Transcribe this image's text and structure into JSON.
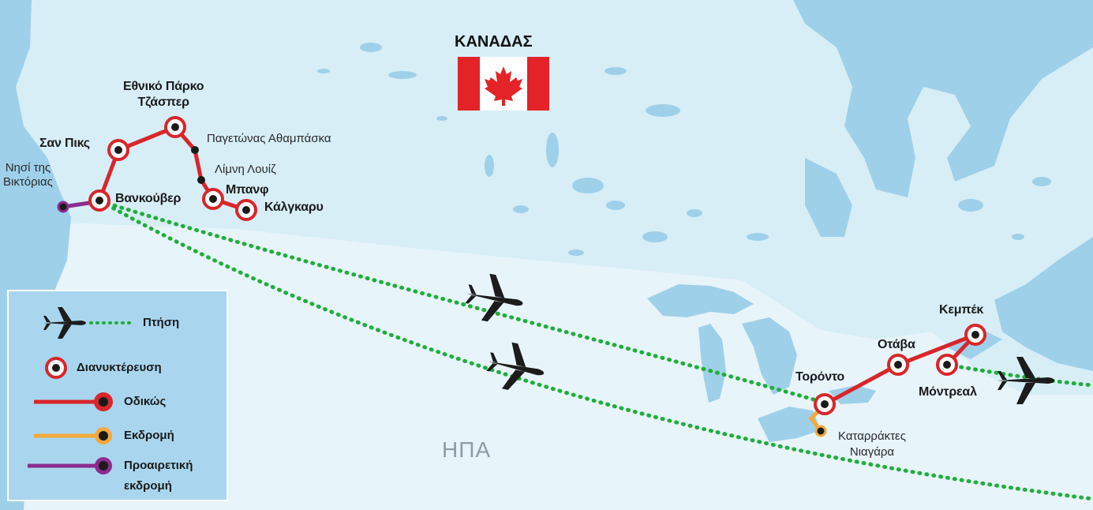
{
  "map": {
    "country_title": "ΚΑΝΑΔΑΣ",
    "usa_label": "ΗΠΑ",
    "colors": {
      "land_canada": "#d7eef7",
      "land_usa": "#e7f4fa",
      "water": "#9fd0ea",
      "flight": "#1fae3b",
      "road": "#d8262a",
      "excursion": "#f2a93b",
      "optional_excursion": "#8b2c8f"
    }
  },
  "places": {
    "jasper": [
      "Εθνικό Πάρκο",
      "Τζάσπερ"
    ],
    "athabasca": "Παγετώνας Αθαμπάσκα",
    "sun_peaks": "Σαν Πικς",
    "lake_louise": "Λίμνη Λουίζ",
    "victoria": [
      "Νησί της",
      "Βικτόριας"
    ],
    "vancouver": "Βανκούβερ",
    "banff": "Μπανφ",
    "calgary": "Κάλγκαρυ",
    "quebec": "Κεμπέκ",
    "ottawa": "Οτάβα",
    "toronto": "Τορόντο",
    "montreal": "Μόντρεαλ",
    "niagara": [
      "Καταρράκτες",
      "Νιαγάρα"
    ]
  },
  "legend": {
    "flight": "Πτήση",
    "overnight": "Διανυκτέρευση",
    "road": "Οδικώς",
    "excursion": "Εκδρομή",
    "optional_excursion": [
      "Προαιρετική",
      "εκδρομή"
    ]
  }
}
